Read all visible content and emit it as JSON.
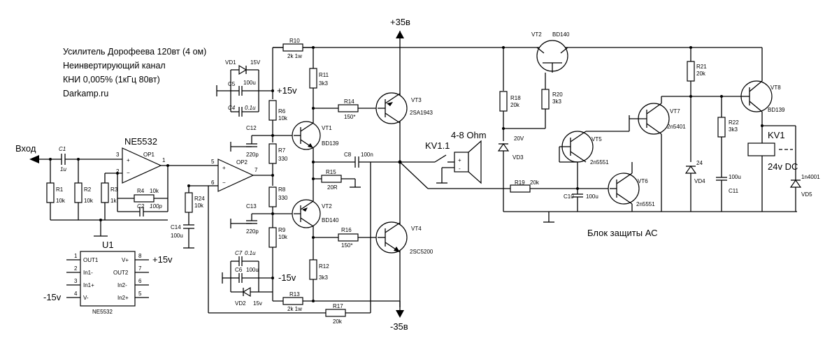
{
  "info": {
    "line1": "Усилитель Дорофеева 120вт (4 ом)",
    "line2": "Неинвертирующий канал",
    "line3": "КНИ 0,005% (1кГц 80вт)",
    "line4": "Darkamp.ru"
  },
  "rails": {
    "pos": "+35в",
    "neg": "-35в",
    "p15": "+15v",
    "n15": "-15v"
  },
  "input_label": "Вход",
  "speaker": {
    "load": "4-8 Ohm",
    "relay_contact": "KV1.1",
    "plus": "+",
    "minus": "-"
  },
  "protect_title": "Блок защиты АС",
  "opamps": {
    "op1": {
      "name": "OP1",
      "part": "NE5532",
      "p3": "3",
      "p2": "2",
      "p1": "1"
    },
    "op2": {
      "name": "OP2",
      "p5": "5",
      "p6": "6",
      "p7": "7"
    }
  },
  "ic": {
    "ref": "U1",
    "part": "NE5532",
    "vplus": "+15v",
    "vminus": "-15v",
    "pins": {
      "p1": "1",
      "p2": "2",
      "p3": "3",
      "p4": "4",
      "p5": "5",
      "p6": "6",
      "p7": "7",
      "p8": "8",
      "out1": "OUT1",
      "in1m": "In1-",
      "in1p": "In1+",
      "vm": "V-",
      "vp": "V+",
      "out2": "OUT2",
      "in2m": "In2-",
      "in2p": "In2+"
    }
  },
  "resistors": {
    "r1": {
      "ref": "R1",
      "val": "10k"
    },
    "r2": {
      "ref": "R2",
      "val": "10k"
    },
    "r3": {
      "ref": "R3",
      "val": "1k"
    },
    "r4": {
      "ref": "R4",
      "val": "10k"
    },
    "r6": {
      "ref": "R6",
      "val": "10k"
    },
    "r7": {
      "ref": "R7",
      "val": "330"
    },
    "r8": {
      "ref": "R8",
      "val": "330"
    },
    "r9": {
      "ref": "R9",
      "val": "10k"
    },
    "r10": {
      "ref": "R10",
      "val": "2k 1w"
    },
    "r11": {
      "ref": "R11",
      "val": "3k3"
    },
    "r12": {
      "ref": "R12",
      "val": "3k3"
    },
    "r13": {
      "ref": "R13",
      "val": "2k 1w"
    },
    "r14": {
      "ref": "R14",
      "val": "150*"
    },
    "r15": {
      "ref": "R15",
      "val": "20R"
    },
    "r16": {
      "ref": "R16",
      "val": "150*"
    },
    "r17": {
      "ref": "R17",
      "val": "20k"
    },
    "r18": {
      "ref": "R18",
      "val": "20k"
    },
    "r19": {
      "ref": "R19",
      "val": "20k"
    },
    "r20": {
      "ref": "R20",
      "val": "3k3"
    },
    "r21": {
      "ref": "R21",
      "val": "20k"
    },
    "r22": {
      "ref": "R22",
      "val": "3k3"
    },
    "r24": {
      "ref": "R24",
      "val": "10k"
    }
  },
  "capacitors": {
    "c1": {
      "ref": "C1",
      "val": "1u"
    },
    "c2": {
      "ref": "C2",
      "val": "100p"
    },
    "c4": {
      "ref": "C4",
      "val": "0.1u"
    },
    "c5": {
      "ref": "C5",
      "val": "100u"
    },
    "c6": {
      "ref": "C6",
      "val": "100u"
    },
    "c7": {
      "ref": "C7",
      "val": "0.1u"
    },
    "c8": {
      "ref": "C8",
      "val": "100n"
    },
    "c10": {
      "ref": "C10",
      "val": "100u"
    },
    "c11": {
      "ref": "C11",
      "val": "100u"
    },
    "c12": {
      "ref": "C12",
      "val": "220p"
    },
    "c13": {
      "ref": "C13",
      "val": "220p"
    },
    "c14": {
      "ref": "C14",
      "val": "100u"
    }
  },
  "transistors": {
    "vt1": {
      "ref": "VT1",
      "part": "BD139"
    },
    "vt2": {
      "ref": "VT2",
      "part": "BD140"
    },
    "vt3": {
      "ref": "VT3",
      "part": "2SA1943"
    },
    "vt4": {
      "ref": "VT4",
      "part": "2SC5200"
    },
    "vt5": {
      "ref": "VT5",
      "part": "2n5551"
    },
    "vt6": {
      "ref": "VT6",
      "part": "2n5551"
    },
    "vt7": {
      "ref": "VT7",
      "part": "2n5401"
    },
    "vt8": {
      "ref": "VT8",
      "part": "BD139"
    },
    "vt2p": {
      "ref": "VT2",
      "part": "BD140"
    }
  },
  "diodes": {
    "vd1": {
      "ref": "VD1",
      "val": "15V"
    },
    "vd2": {
      "ref": "VD2",
      "val": "15v"
    },
    "vd3": {
      "ref": "VD3",
      "val": "20V"
    },
    "vd4": {
      "ref": "VD4",
      "val": "24"
    },
    "vd5": {
      "ref": "VD5",
      "val": "1n4001"
    }
  },
  "relay": {
    "ref": "KV1",
    "val": "24v DC"
  }
}
